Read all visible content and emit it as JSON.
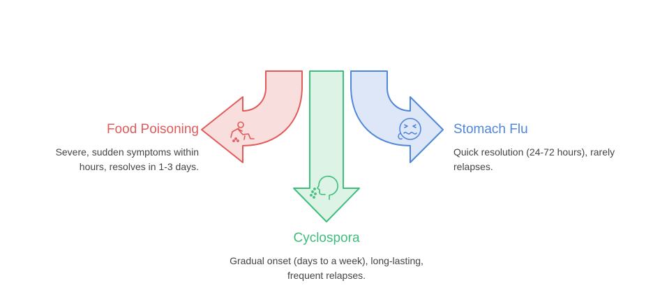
{
  "branches": [
    {
      "key": "food",
      "title": "Food Poisoning",
      "description": "Severe, sudden symptoms within hours, resolves in 1-3 days.",
      "icon": "vomiting-person-icon",
      "color": "#e05a5a",
      "fill": "#f9dede"
    },
    {
      "key": "cyc",
      "title": "Cyclospora",
      "description": "Gradual onset (days to a week), long-lasting, frequent relapses.",
      "icon": "coughing-head-icon",
      "color": "#3dbe7a",
      "fill": "#dcf3e6"
    },
    {
      "key": "flu",
      "title": "Stomach Flu",
      "description": "Quick resolution (24-72 hours), rarely relapses.",
      "icon": "nauseous-face-icon",
      "color": "#4f86d9",
      "fill": "#dde7f8"
    }
  ]
}
